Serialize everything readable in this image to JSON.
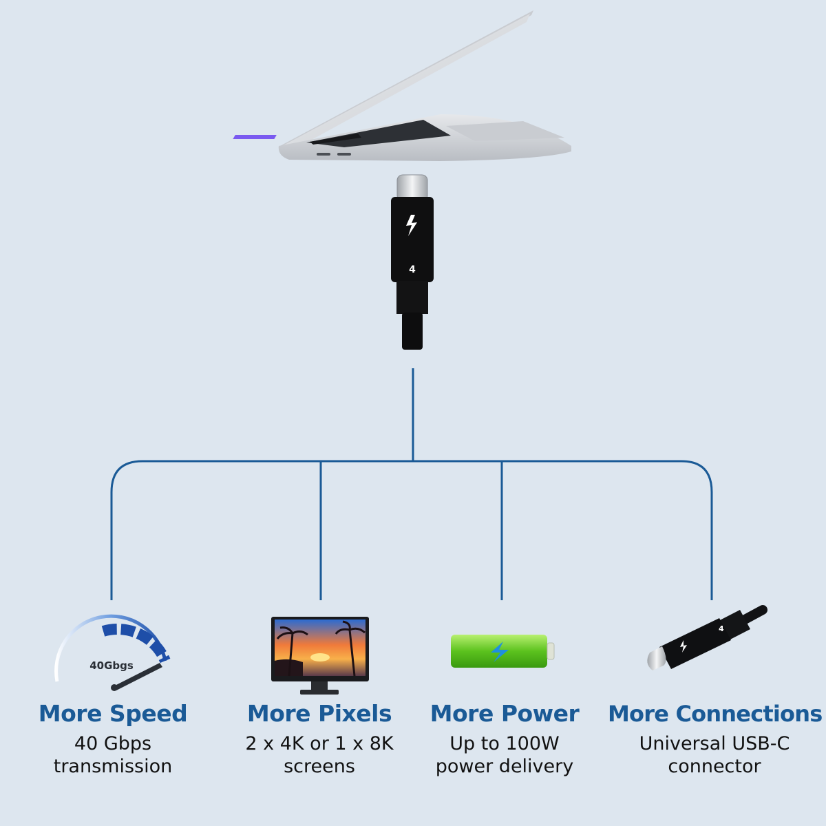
{
  "connector": {
    "port_number": "4"
  },
  "features": [
    {
      "title": "More Speed",
      "desc_line1": "40 Gbps",
      "desc_line2": "transmission",
      "icon_label": "40Gbgs"
    },
    {
      "title": "More Pixels",
      "desc_line1": "2 x 4K or 1 x 8K",
      "desc_line2": "screens"
    },
    {
      "title": "More Power",
      "desc_line1": "Up to 100W",
      "desc_line2": "power delivery"
    },
    {
      "title": "More Connections",
      "desc_line1": "Universal USB-C",
      "desc_line2": "connector",
      "icon_label": "4"
    }
  ],
  "colors": {
    "background": "#dde6ef",
    "accent": "#1a5a96",
    "line": "#1a5a96",
    "text": "#111111"
  }
}
